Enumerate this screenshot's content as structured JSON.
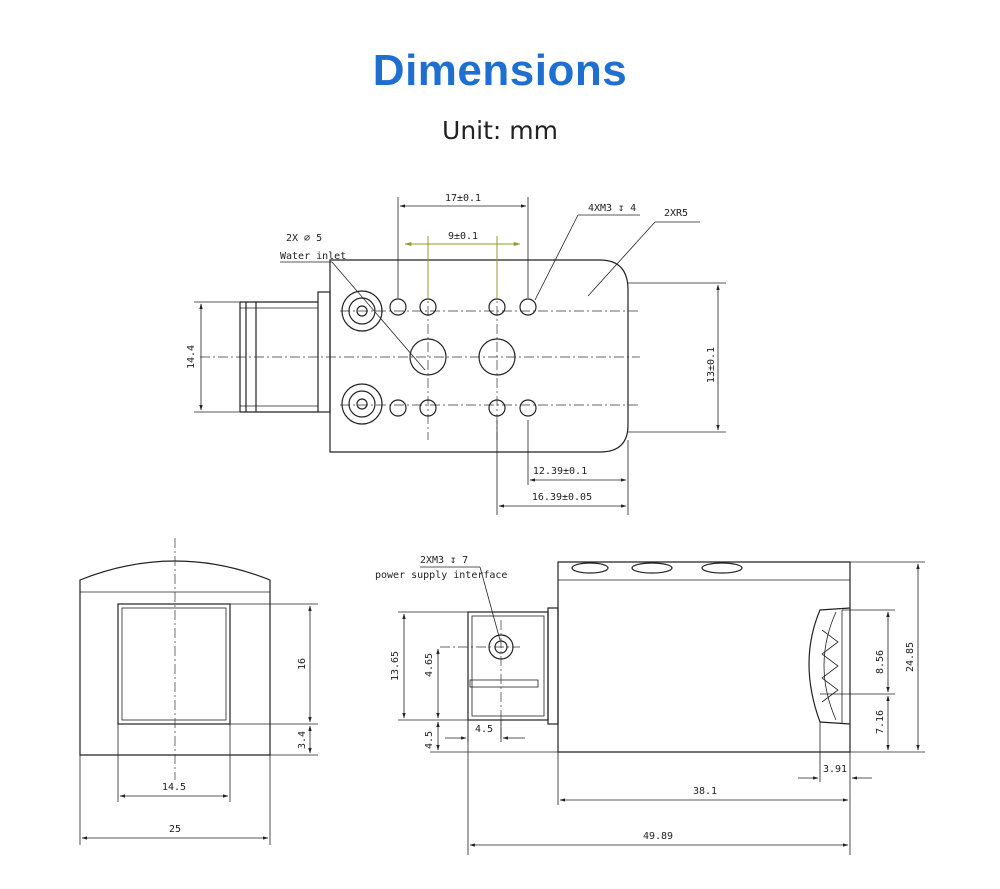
{
  "header": {
    "title": "Dimensions",
    "unit": "Unit: mm"
  },
  "top_view": {
    "dim_17": "17±0.1",
    "dim_9": "9±0.1",
    "label_4xm3": "4XM3 ↧ 4",
    "label_2xr5": "2XR5",
    "label_2xphi5": "2X ⌀ 5",
    "label_water_inlet": "Water inlet",
    "dim_14_4": "14.4",
    "dim_13": "13±0.1",
    "dim_12_39": "12.39±0.1",
    "dim_16_39": "16.39±0.05"
  },
  "front_view": {
    "dim_16": "16",
    "dim_3_4": "3.4",
    "dim_14_5": "14.5",
    "dim_25": "25"
  },
  "side_view": {
    "label_2xm3": "2XM3 ↧ 7",
    "label_power": "power supply interface",
    "dim_13_65": "13.65",
    "dim_4_65": "4.65",
    "dim_4_5_v": "4.5",
    "dim_4_5_h": "4.5",
    "dim_8_56": "8.56",
    "dim_7_16": "7.16",
    "dim_24_85": "24.85",
    "dim_3_91": "3.91",
    "dim_38_1": "38.1",
    "dim_49_89": "49.89"
  }
}
